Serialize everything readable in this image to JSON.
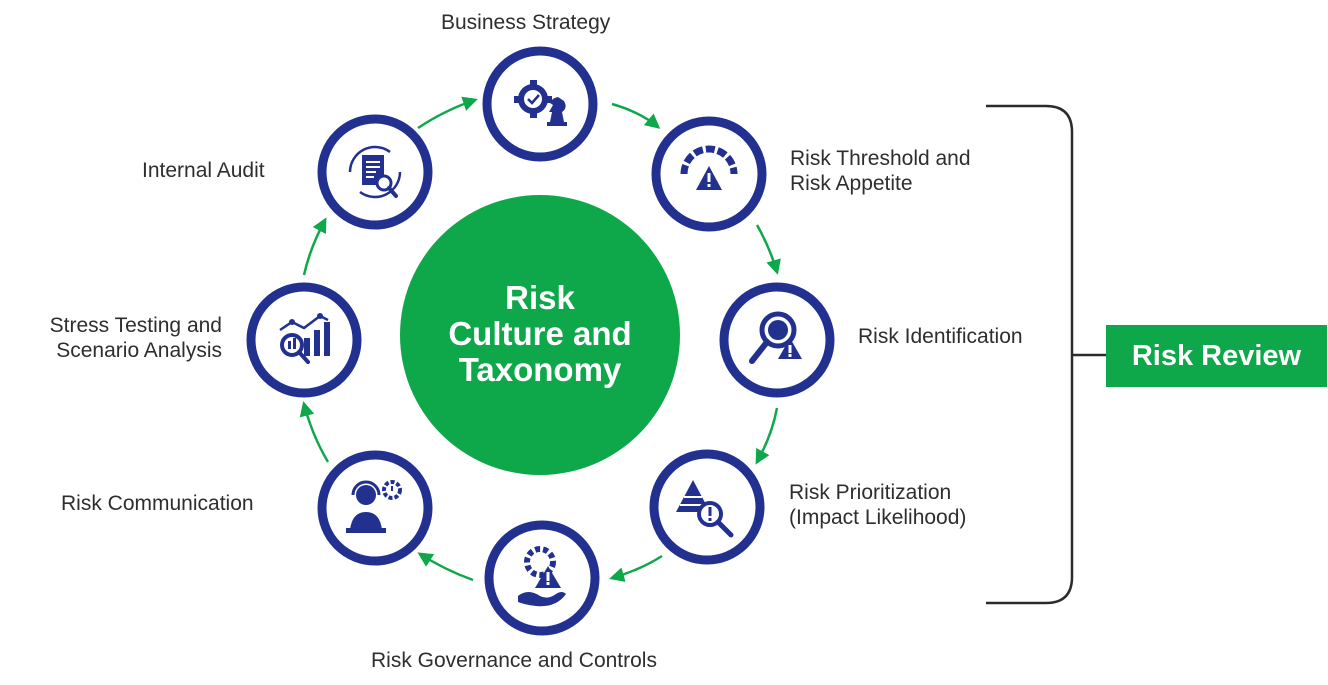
{
  "center": {
    "lines": [
      "Risk",
      "Culture and",
      "Taxonomy"
    ]
  },
  "nodes": [
    {
      "id": "business-strategy",
      "label_lines": [
        "Business Strategy"
      ],
      "icon": "gear-chess-icon"
    },
    {
      "id": "risk-threshold",
      "label_lines": [
        "Risk Threshold and",
        "Risk Appetite"
      ],
      "icon": "gauge-warning-icon"
    },
    {
      "id": "risk-identification",
      "label_lines": [
        "Risk Identification"
      ],
      "icon": "magnifier-warning-icon"
    },
    {
      "id": "risk-prioritization",
      "label_lines": [
        "Risk Prioritization",
        "(Impact Likelihood)"
      ],
      "icon": "pyramid-magnifier-icon"
    },
    {
      "id": "risk-governance",
      "label_lines": [
        "Risk Governance and Controls"
      ],
      "icon": "hand-gear-warning-icon"
    },
    {
      "id": "risk-communication",
      "label_lines": [
        "Risk Communication"
      ],
      "icon": "headset-agent-icon"
    },
    {
      "id": "stress-testing",
      "label_lines": [
        "Stress Testing and",
        "Scenario Analysis"
      ],
      "icon": "chart-magnifier-icon"
    },
    {
      "id": "internal-audit",
      "label_lines": [
        "Internal Audit"
      ],
      "icon": "document-search-icon"
    }
  ],
  "review": {
    "label": "Risk Review"
  },
  "colors": {
    "ring": "#22308f",
    "green": "#0ea84a",
    "bracket": "#2b2b2b",
    "text": "#2e2e2e"
  }
}
